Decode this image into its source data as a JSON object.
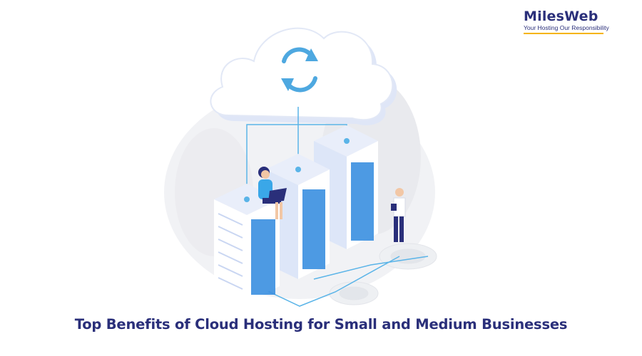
{
  "brand": {
    "name": "MilesWeb",
    "tagline": "Your Hosting Our Responsibility",
    "accent_color": "#f5b400",
    "text_color": "#2a2f7a"
  },
  "headline": "Top Benefits of Cloud Hosting for Small and Medium Businesses",
  "illustration": {
    "icons": [
      "cloud-icon",
      "sync-icon",
      "server-rack-icon",
      "woman-with-laptop-figure",
      "man-with-tablet-figure"
    ],
    "colors": {
      "cloud": "#e8eefc",
      "server_front": "#dfe8fb",
      "server_panel": "#3a8fe0",
      "connector": "#5ab4e8",
      "sync_icon": "#4ea8e0"
    }
  }
}
